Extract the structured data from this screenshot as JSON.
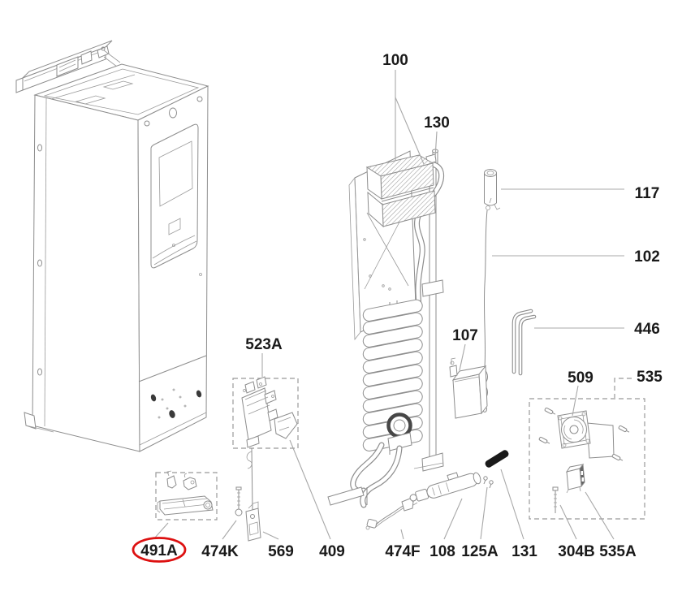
{
  "diagram": {
    "title": "Refrigerator cooling-unit exploded parts diagram",
    "background": "#ffffff",
    "colors": {
      "drawing_line": "#8d8d8d",
      "leader_line": "#a8a8a8",
      "dashed_box": "#999999",
      "label_text": "#1a1a1a",
      "highlight": "#dd1111",
      "solid_part": "#1a1a1a"
    },
    "highlighted_part": "491A",
    "labels": [
      {
        "id": "100",
        "text": "100"
      },
      {
        "id": "130",
        "text": "130"
      },
      {
        "id": "117",
        "text": "117"
      },
      {
        "id": "102",
        "text": "102"
      },
      {
        "id": "446",
        "text": "446"
      },
      {
        "id": "107",
        "text": "107"
      },
      {
        "id": "523A",
        "text": "523A"
      },
      {
        "id": "509",
        "text": "509"
      },
      {
        "id": "535",
        "text": "535"
      },
      {
        "id": "491A",
        "text": "491A"
      },
      {
        "id": "474K",
        "text": "474K"
      },
      {
        "id": "569",
        "text": "569"
      },
      {
        "id": "409",
        "text": "409"
      },
      {
        "id": "474F",
        "text": "474F"
      },
      {
        "id": "108",
        "text": "108"
      },
      {
        "id": "125A",
        "text": "125A"
      },
      {
        "id": "131",
        "text": "131"
      },
      {
        "id": "304B",
        "text": "304B"
      },
      {
        "id": "535A",
        "text": "535A"
      }
    ]
  }
}
